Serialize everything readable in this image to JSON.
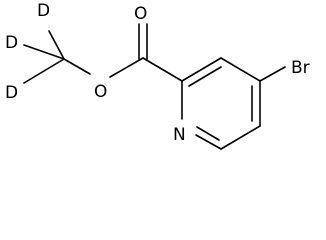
{
  "molecule": {
    "atoms": {
      "d1": "D",
      "d2": "D",
      "d3": "D",
      "o_ether": "O",
      "o_carbonyl": "O",
      "n_ring": "N",
      "br": "Br"
    },
    "colors": {
      "bond": "#000000",
      "label": "#000000",
      "background": "#ffffff"
    }
  }
}
